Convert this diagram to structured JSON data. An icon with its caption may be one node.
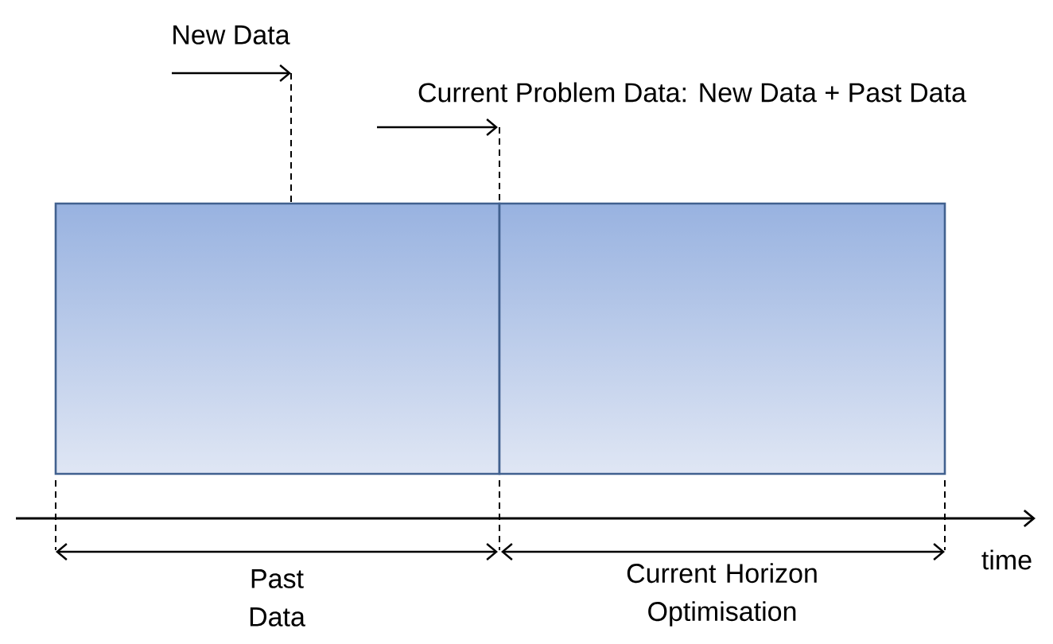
{
  "diagram": {
    "nodes": [
      {
        "text": [],
        "shape": "box"
      },
      {
        "text": [],
        "shape": "box"
      }
    ],
    "labels": [
      "New Data",
      "Current Problem Data: New Data + Past Data",
      "Past Data",
      "Current Horizon Optimisation",
      "time"
    ]
  }
}
